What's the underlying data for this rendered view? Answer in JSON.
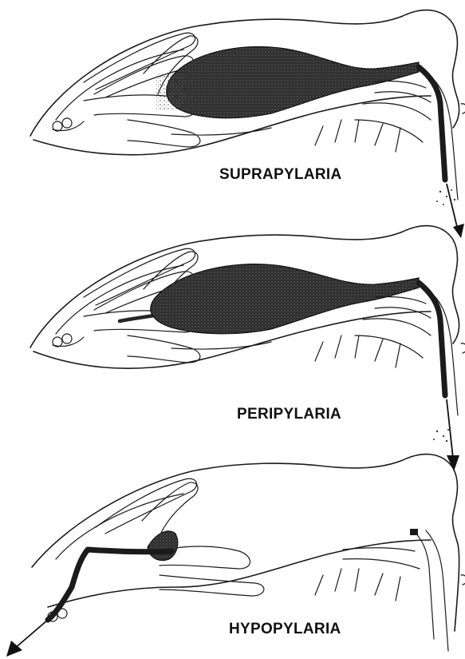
{
  "panels": [
    {
      "label": "SUPRAPYLARIA"
    },
    {
      "label": "PERIPYLARIA"
    },
    {
      "label": "HYPOPYLARIA"
    }
  ]
}
